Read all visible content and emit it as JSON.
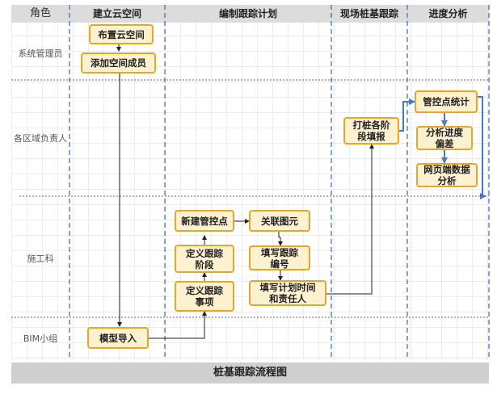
{
  "header": {
    "role_label": "角色",
    "col1": "建立云空间",
    "col2": "编制跟踪计划",
    "col3": "现场桩基跟踪",
    "col4": "进度分析"
  },
  "lanes": {
    "lane1": "系统管理员",
    "lane2": "各区域负责人",
    "lane3": "施工科",
    "lane4": "BIM小组"
  },
  "nodes": {
    "n1": "布置云空间",
    "n2": "添加空间成员",
    "n3": "新建管控点",
    "n4": "关联图元",
    "n5": "定义跟踪\n阶段",
    "n6": "填写跟踪\n编号",
    "n7": "定义跟踪\n事项",
    "n8": "填写计划时间\n和责任人",
    "n9": "模型导入",
    "n10": "打桩各阶\n段填报",
    "n11": "管控点统计",
    "n12": "分析进度\n偏差",
    "n13": "网页端数据\n分析"
  },
  "footer": {
    "title": "桩基跟踪流程图"
  },
  "colors": {
    "node_fill": "#fdf1d0",
    "node_border": "#e4a72b",
    "blue_connector": "#4a78c4",
    "black_connector": "#222222",
    "divider": "#4a6fb5"
  }
}
